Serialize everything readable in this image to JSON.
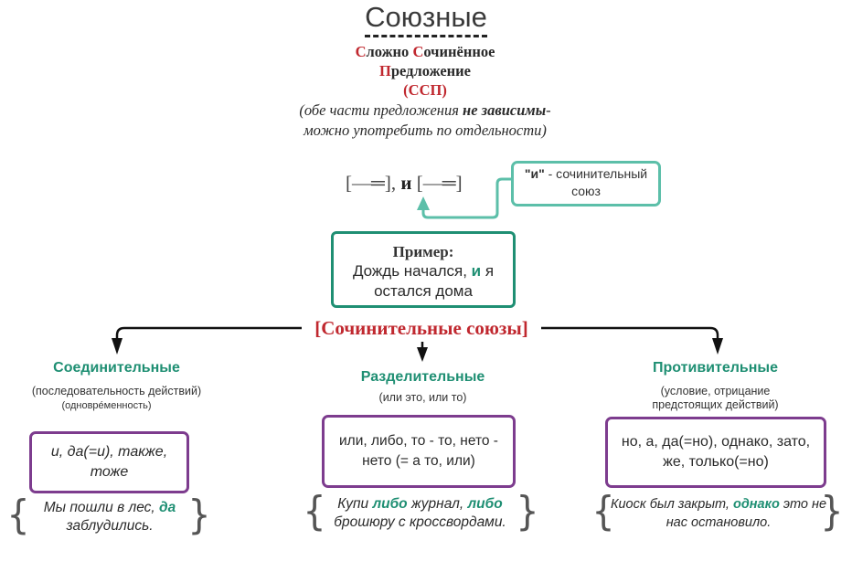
{
  "title": "Союзные",
  "ssp": {
    "line1_prefix1": "С",
    "line1_rest1": "ложно ",
    "line1_prefix2": "С",
    "line1_rest2": "очинённое",
    "line2_prefix": "П",
    "line2_rest": "редложение",
    "abbr": "(ССП)"
  },
  "description": {
    "part1": "(обе части предложения ",
    "bold": "не зависимы",
    "part2": "- можно употребить по отдельности)"
  },
  "scheme": {
    "left": "[—═], ",
    "conj": "и",
    "right": " [—═]"
  },
  "note": {
    "quoted": "\"и\"",
    "text": " - сочинительный союз"
  },
  "example": {
    "label": "Пример:",
    "before": "Дождь начался, ",
    "conj": "и",
    "after": " я остался дома"
  },
  "root_label": "[Сочинительные союзы]",
  "categories": [
    {
      "title": "Соединительные",
      "subtitle": "(последовательность действий)",
      "subtitle2": "(одновре́менность)",
      "conjunctions": "и, да(=и), также, тоже",
      "example_before": "Мы пошли в лес, ",
      "example_hl1": "да",
      "example_mid": " заблудились.",
      "example_hl2": "",
      "example_after": ""
    },
    {
      "title": "Разделительные",
      "subtitle": "(или это, или то)",
      "conjunctions": "или, либо, то - то, нето - нето (= а то, или)",
      "example_before": "Купи ",
      "example_hl1": "либо",
      "example_mid": " журнал, ",
      "example_hl2": "либо",
      "example_after": " брошюру с кроссвордами."
    },
    {
      "title": "Противительные",
      "subtitle": "(условие, отрицание предстоящих действий)",
      "conjunctions": "но, а, да(=но), однако, зато, же, только(=но)",
      "example_before": "Киоск был закрыт, ",
      "example_hl1": "однако",
      "example_mid": " это не нас остановило.",
      "example_hl2": "",
      "example_after": ""
    }
  ],
  "colors": {
    "accent_red": "#c0282f",
    "accent_teal": "#1f8f73",
    "note_border": "#5cbfa9",
    "box_purple": "#7d3c8e"
  }
}
